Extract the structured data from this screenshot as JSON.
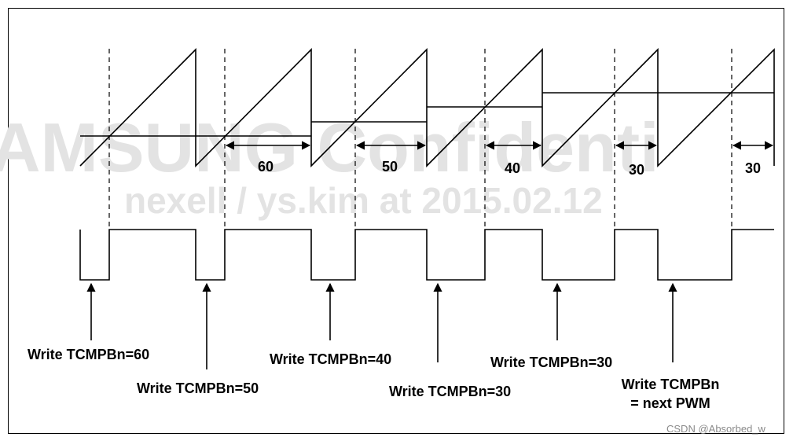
{
  "watermark": {
    "line1": "AMSUNG Confidenti",
    "line2": "nexell / ys.kim at 2015.02.12"
  },
  "intervals": [
    "60",
    "50",
    "40",
    "30",
    "30"
  ],
  "writes": [
    "Write TCMPBn=60",
    "Write TCMPBn=50",
    "Write TCMPBn=40",
    "Write TCMPBn=30",
    "Write TCMPBn=30",
    "Write TCMPBn",
    "= next PWM"
  ],
  "credit": "CSDN @Absorbed_w",
  "colors": {
    "line": "#000000",
    "watermark": "#e3e3e3"
  }
}
